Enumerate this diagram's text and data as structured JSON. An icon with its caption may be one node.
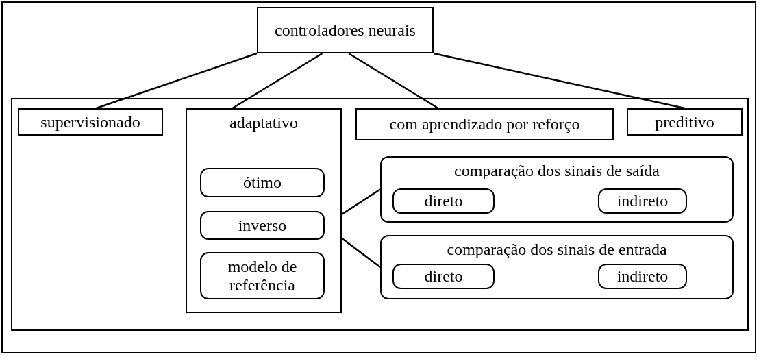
{
  "diagram": {
    "nodes": [
      {
        "text": [
          "controladores neurais"
        ]
      },
      {
        "text": [],
        "shape": "box"
      },
      {
        "text": [
          "supervisionado"
        ],
        "in": 1
      },
      {
        "text": [
          "adaptativo"
        ],
        "in": 1
      },
      {
        "text": [
          "com aprendizado por reforço"
        ],
        "in": 1
      },
      {
        "text": [
          "preditivo"
        ],
        "in": 1
      },
      {
        "text": [
          "ótimo"
        ],
        "in": 3
      },
      {
        "text": [
          "inverso"
        ],
        "in": 3
      },
      {
        "text": [
          "modelo de referência"
        ],
        "in": 3
      },
      {
        "text": [
          "comparação dos sinais de saída"
        ],
        "in": 1
      },
      {
        "text": [
          "direto"
        ],
        "in": 9
      },
      {
        "text": [
          "indireto"
        ],
        "in": 9
      },
      {
        "text": [
          "comparação dos sinais de entrada"
        ],
        "in": 1
      },
      {
        "text": [
          "direto"
        ],
        "in": 12
      },
      {
        "text": [
          "indireto"
        ],
        "in": 12
      }
    ],
    "edges": [
      {
        "from": 0,
        "to": 2,
        "arrow": "none"
      },
      {
        "from": 0,
        "to": 3,
        "arrow": "none"
      },
      {
        "from": 0,
        "to": 4,
        "arrow": "none"
      },
      {
        "from": 0,
        "to": 5,
        "arrow": "none"
      },
      {
        "from": 7,
        "to": 9,
        "arrow": "none"
      },
      {
        "from": 7,
        "to": 12,
        "arrow": "none"
      }
    ]
  }
}
